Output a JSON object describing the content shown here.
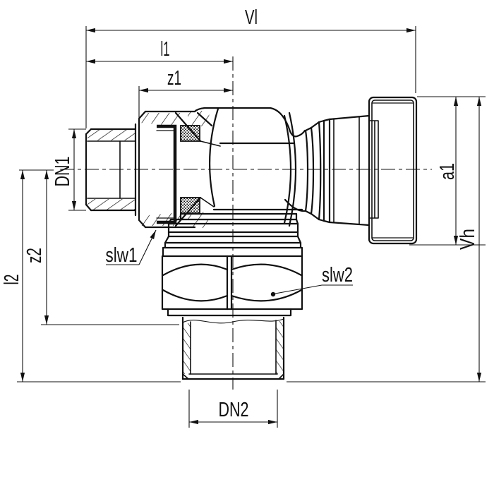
{
  "drawing": {
    "type": "valve-cross-section-technical-drawing",
    "background": "#ffffff",
    "line_color": "#111111",
    "dimensions": {
      "vl": {
        "label": "Vl",
        "orientation": "horizontal",
        "measures": "total length to handwheel face"
      },
      "l1": {
        "label": "l1",
        "orientation": "horizontal",
        "measures": "side port length to vertical axis"
      },
      "z1": {
        "label": "z1",
        "orientation": "horizontal",
        "measures": "union nut face to vertical axis"
      },
      "dn1": {
        "label": "DN1",
        "orientation": "vertical",
        "measures": "side port thread diameter"
      },
      "z2": {
        "label": "z2",
        "orientation": "vertical",
        "measures": "axis to bottom shoulder"
      },
      "l2": {
        "label": "l2",
        "orientation": "vertical",
        "measures": "axis to bottom thread end"
      },
      "dn2": {
        "label": "DN2",
        "orientation": "horizontal",
        "measures": "bottom thread diameter"
      },
      "a1": {
        "label": "a1",
        "orientation": "vertical",
        "measures": "handwheel diameter"
      },
      "vh": {
        "label": "Vh",
        "orientation": "vertical",
        "measures": "total height"
      }
    },
    "callouts": {
      "slw1": {
        "label": "slw1",
        "points_to": "union cap nut wrench size"
      },
      "slw2": {
        "label": "slw2",
        "points_to": "body hex nut wrench size"
      }
    }
  }
}
